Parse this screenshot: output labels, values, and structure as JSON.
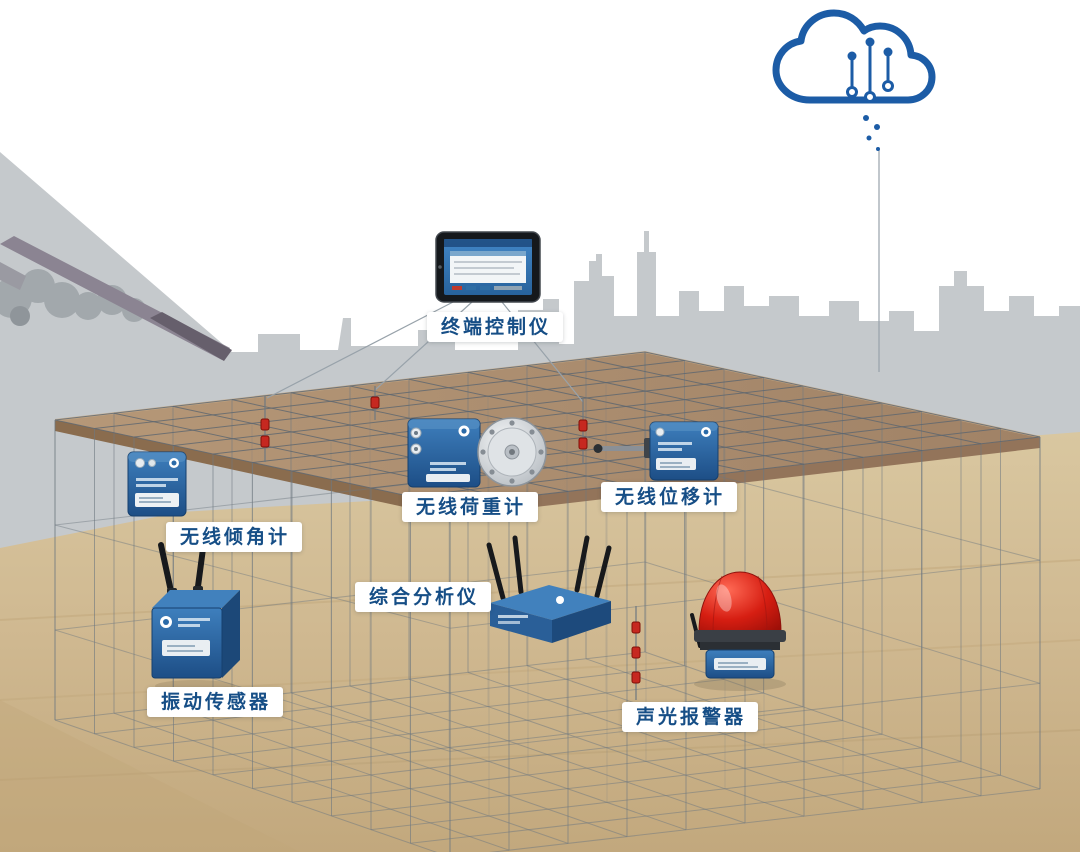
{
  "labels": {
    "terminal": "终端控制仪",
    "inclinometer": "无线倾角计",
    "load_cell": "无线荷重计",
    "displacement": "无线位移计",
    "analyzer": "综合分析仪",
    "vibration": "振动传感器",
    "alarm": "声光报警器"
  },
  "colors": {
    "label_text": "#164e86",
    "device_blue": "#2a6aa8",
    "cloud_blue": "#1c5ca6",
    "alarm_red": "#d61e12",
    "bead_red": "#c62820",
    "platform_brown": "#ab8d6e",
    "ground_tan": "#cfb890",
    "skyline_gray": "#c5c9cc",
    "grid_gray": "#6e7880"
  }
}
